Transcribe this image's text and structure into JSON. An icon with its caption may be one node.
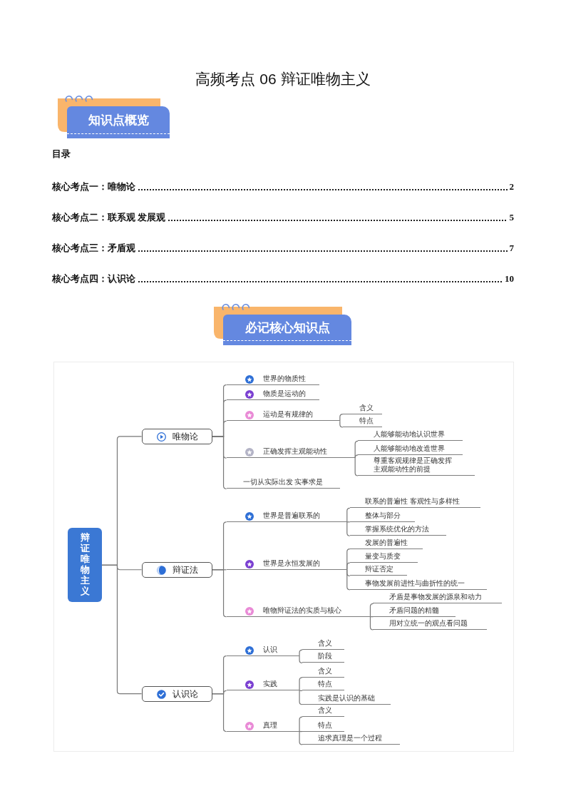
{
  "diagram": {
    "title": "高频考点 06 辩证唯物主义",
    "nodes": [
      {
        "text": [
          "知识点概览"
        ]
      },
      {
        "text": [
          "必记核心知识点"
        ]
      },
      {
        "text": [
          "辩证唯物主义"
        ]
      },
      {
        "text": [
          "唯物论"
        ]
      },
      {
        "text": [
          "世界的物质性"
        ]
      },
      {
        "text": [
          "物质是运动的"
        ]
      },
      {
        "text": [
          "运动是有规律的"
        ]
      },
      {
        "text": [
          "含义"
        ]
      },
      {
        "text": [
          "特点"
        ]
      },
      {
        "text": [
          "正确发挥主观能动性"
        ]
      },
      {
        "text": [
          "人能够能动地认识世界"
        ]
      },
      {
        "text": [
          "人能够能动地改造世界"
        ]
      },
      {
        "text": [
          "尊重客观规律是正确发挥主观能动性的前提"
        ]
      },
      {
        "text": [
          "一切从实际出发 实事求是"
        ]
      },
      {
        "text": [
          "辩证法"
        ]
      },
      {
        "text": [
          "世界是普遍联系的"
        ]
      },
      {
        "text": [
          "联系的普遍性 客观性与多样性"
        ]
      },
      {
        "text": [
          "整体与部分"
        ]
      },
      {
        "text": [
          "掌握系统优化的方法"
        ]
      },
      {
        "text": [
          "世界是永恒发展的"
        ]
      },
      {
        "text": [
          "发展的普遍性"
        ]
      },
      {
        "text": [
          "量变与质变"
        ]
      },
      {
        "text": [
          "辩证否定"
        ]
      },
      {
        "text": [
          "事物发展前进性与曲折性的统一"
        ]
      },
      {
        "text": [
          "唯物辩证法的实质与核心"
        ]
      },
      {
        "text": [
          "矛盾是事物发展的源泉和动力"
        ]
      },
      {
        "text": [
          "矛盾问题的精髓"
        ]
      },
      {
        "text": [
          "用对立统一的观点看问题"
        ]
      },
      {
        "text": [
          "认识论"
        ]
      },
      {
        "text": [
          "认识"
        ]
      },
      {
        "text": [
          "含义"
        ]
      },
      {
        "text": [
          "阶段"
        ]
      },
      {
        "text": [
          "实践"
        ]
      },
      {
        "text": [
          "含义"
        ]
      },
      {
        "text": [
          "特点"
        ]
      },
      {
        "text": [
          "实践是认识的基础"
        ]
      },
      {
        "text": [
          "真理"
        ]
      },
      {
        "text": [
          "含义"
        ]
      },
      {
        "text": [
          "特点"
        ]
      },
      {
        "text": [
          "追求真理是一个过程"
        ]
      }
    ],
    "edges": [
      {
        "from": 2,
        "to": 3,
        "arrow": "none"
      },
      {
        "from": 2,
        "to": 14,
        "arrow": "none"
      },
      {
        "from": 2,
        "to": 28,
        "arrow": "none"
      },
      {
        "from": 3,
        "to": 4,
        "arrow": "none"
      },
      {
        "from": 3,
        "to": 5,
        "arrow": "none"
      },
      {
        "from": 3,
        "to": 6,
        "arrow": "none"
      },
      {
        "from": 3,
        "to": 9,
        "arrow": "none"
      },
      {
        "from": 3,
        "to": 13,
        "arrow": "none"
      },
      {
        "from": 6,
        "to": 7,
        "arrow": "none"
      },
      {
        "from": 6,
        "to": 8,
        "arrow": "none"
      },
      {
        "from": 9,
        "to": 10,
        "arrow": "none"
      },
      {
        "from": 9,
        "to": 11,
        "arrow": "none"
      },
      {
        "from": 9,
        "to": 12,
        "arrow": "none"
      },
      {
        "from": 14,
        "to": 15,
        "arrow": "none"
      },
      {
        "from": 14,
        "to": 19,
        "arrow": "none"
      },
      {
        "from": 14,
        "to": 24,
        "arrow": "none"
      },
      {
        "from": 15,
        "to": 16,
        "arrow": "none"
      },
      {
        "from": 15,
        "to": 17,
        "arrow": "none"
      },
      {
        "from": 15,
        "to": 18,
        "arrow": "none"
      },
      {
        "from": 19,
        "to": 20,
        "arrow": "none"
      },
      {
        "from": 19,
        "to": 21,
        "arrow": "none"
      },
      {
        "from": 19,
        "to": 22,
        "arrow": "none"
      },
      {
        "from": 19,
        "to": 23,
        "arrow": "none"
      },
      {
        "from": 24,
        "to": 25,
        "arrow": "none"
      },
      {
        "from": 24,
        "to": 26,
        "arrow": "none"
      },
      {
        "from": 24,
        "to": 27,
        "arrow": "none"
      },
      {
        "from": 28,
        "to": 29,
        "arrow": "none"
      },
      {
        "from": 28,
        "to": 32,
        "arrow": "none"
      },
      {
        "from": 28,
        "to": 36,
        "arrow": "none"
      },
      {
        "from": 29,
        "to": 30,
        "arrow": "none"
      },
      {
        "from": 29,
        "to": 31,
        "arrow": "none"
      },
      {
        "from": 32,
        "to": 33,
        "arrow": "none"
      },
      {
        "from": 32,
        "to": 34,
        "arrow": "none"
      },
      {
        "from": 32,
        "to": 35,
        "arrow": "none"
      },
      {
        "from": 36,
        "to": 37,
        "arrow": "none"
      },
      {
        "from": 36,
        "to": 38,
        "arrow": "none"
      },
      {
        "from": 36,
        "to": 39,
        "arrow": "none"
      }
    ],
    "labels": [
      "目录",
      "核心考点一：唯物论",
      "2",
      "核心考点二：联系观 发展观",
      "5",
      "核心考点三：矛盾观",
      "7",
      "核心考点四：认识论",
      "10"
    ]
  }
}
